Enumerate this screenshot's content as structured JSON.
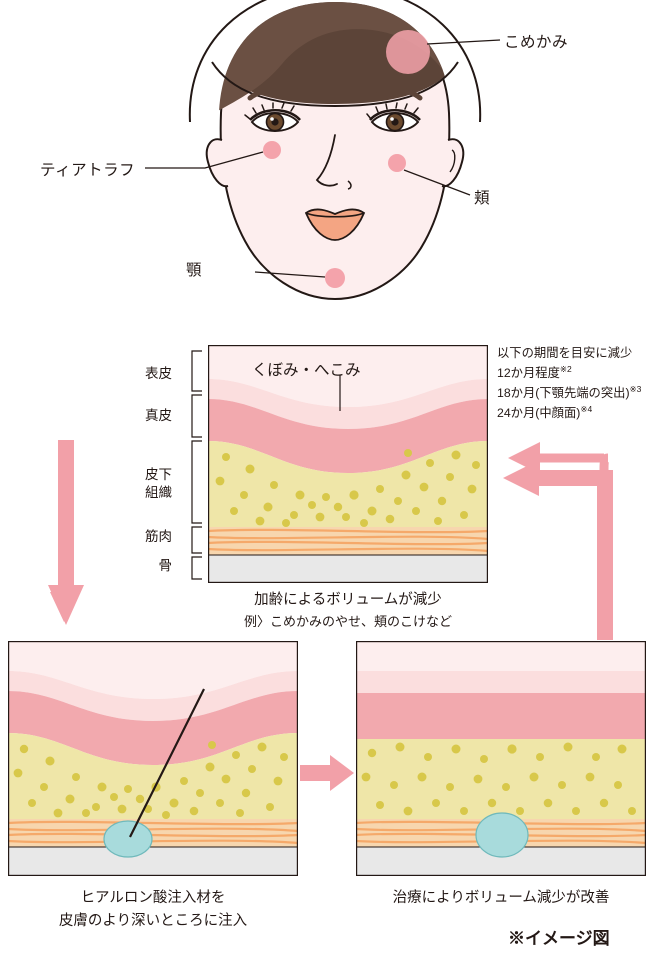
{
  "figure": {
    "title_note": "※イメージ図",
    "face_labels": [
      {
        "id": "temple",
        "text": "こめかみ"
      },
      {
        "id": "teartrough",
        "text": "ティアトラフ"
      },
      {
        "id": "cheek",
        "text": "頬"
      },
      {
        "id": "chin",
        "text": "顎"
      }
    ],
    "cross_section": {
      "layer_labels": [
        {
          "id": "epidermis",
          "text": "表皮"
        },
        {
          "id": "dermis",
          "text": "真皮"
        },
        {
          "id": "subcutaneous_line1",
          "text": "皮下"
        },
        {
          "id": "subcutaneous_line2",
          "text": "組織"
        },
        {
          "id": "muscle",
          "text": "筋肉"
        },
        {
          "id": "bone",
          "text": "骨"
        }
      ],
      "callout": "くぼみ・へこみ"
    },
    "panels": [
      {
        "id": "panel-top",
        "caption_line1": "加齢によるボリュームが減少",
        "caption_line2": "例〉こめかみのやせ、頬のこけなど"
      },
      {
        "id": "panel-bottom-left",
        "caption_line1": "ヒアルロン酸注入材を",
        "caption_line2": "皮膚のより深いところに注入"
      },
      {
        "id": "panel-bottom-right",
        "caption_line1": "治療によりボリューム減少が改善",
        "caption_line2": ""
      }
    ],
    "duration_note": {
      "heading": "以下の期間を目安に減少",
      "lines": [
        {
          "text": "12か月程度",
          "sup": "※2"
        },
        {
          "text": "18か月(下顎先端の突出)",
          "sup": "※3"
        },
        {
          "text": "24か月(中顔面)",
          "sup": "※4"
        }
      ]
    },
    "colors": {
      "skin": "#fdeeee",
      "epidermis": "#f9dcdc",
      "dermis": "#f2a9ae",
      "fat": "#efe6a8",
      "fat_dot": "#d8c84a",
      "muscle": "#f5a96a",
      "bone": "#e5e5e5",
      "filler": "#a8dbdc",
      "arrow": "#f2a0a8",
      "marker": "#f2a0a8",
      "hair": "#5c4438",
      "lips": "#f2a07a",
      "outline": "#231815"
    }
  }
}
